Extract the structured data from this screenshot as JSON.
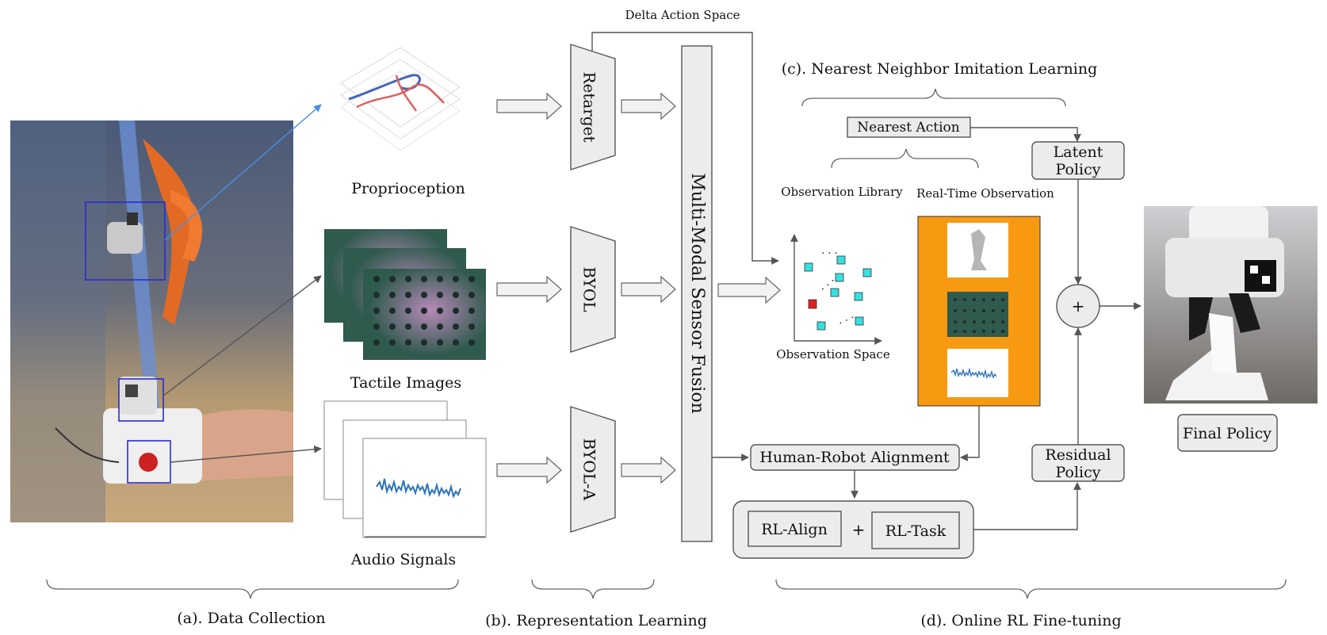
{
  "labels": {
    "delta_action_space": "Delta Action Space",
    "proprioception": "Proprioception",
    "tactile_images": "Tactile Images",
    "audio_signals": "Audio Signals",
    "retarget": "Retarget",
    "byol": "BYOL",
    "byol_a": "BYOL-A",
    "fusion": "Multi-Modal Sensor Fusion",
    "nn_title": "(c). Nearest Neighbor Imitation Learning",
    "nearest_action": "Nearest Action",
    "latent_policy_1": "Latent",
    "latent_policy_2": "Policy",
    "observation_library": "Observation Library",
    "realtime_observation": "Real-Time Observation",
    "observation_space": "Observation Space",
    "plus": "+",
    "final_policy": "Final Policy",
    "residual_policy_1": "Residual",
    "residual_policy_2": "Policy",
    "human_robot_alignment": "Human-Robot Alignment",
    "rl_align": "RL-Align",
    "rl_task": "RL-Task",
    "data_collection": "(a). Data Collection",
    "representation_learning": "(b). Representation Learning",
    "online_rl": "(d). Online RL Fine-tuning"
  },
  "colors": {
    "selection_box": "#2a2ad0",
    "arrow_blue": "#4a8ee6",
    "observation_panel": "#f79a12",
    "library_point": "#35e0e0",
    "query_point": "#e02020",
    "audio_wave": "#2d74b8"
  }
}
